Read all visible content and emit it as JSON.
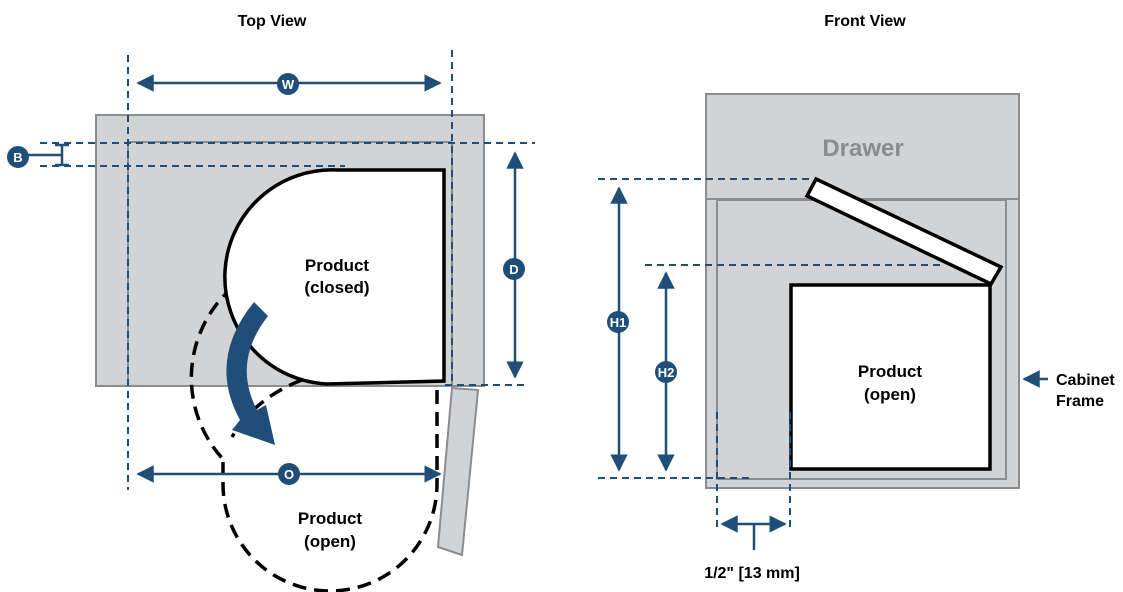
{
  "views": {
    "top": {
      "title": "Top View"
    },
    "front": {
      "title": "Front View"
    }
  },
  "labels": {
    "product_closed_line1": "Product",
    "product_closed_line2": "(closed)",
    "product_open_top_line1": "Product",
    "product_open_top_line2": "(open)",
    "product_open_front_line1": "Product",
    "product_open_front_line2": "(open)",
    "drawer": "Drawer",
    "cabinet_frame_line1": "Cabinet",
    "cabinet_frame_line2": "Frame",
    "gap_measure": "1/2\" [13 mm]"
  },
  "dimensions": {
    "width": "W",
    "back": "B",
    "depth": "D",
    "opening": "O",
    "height1": "H1",
    "height2": "H2"
  },
  "colors": {
    "dimension_blue": "#1f4e79",
    "cabinet_gray": "#d2d3d5",
    "cabinet_edge": "#8a8d90"
  }
}
